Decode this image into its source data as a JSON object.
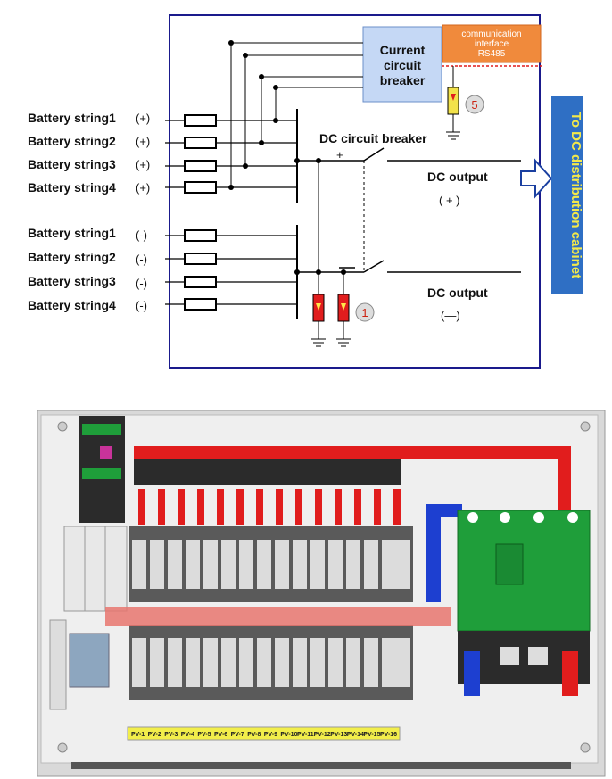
{
  "schematic": {
    "positive_strings": [
      {
        "label": "Battery string1",
        "sign": "(+)"
      },
      {
        "label": "Battery string2",
        "sign": "(+)"
      },
      {
        "label": "Battery string3",
        "sign": "(+)"
      },
      {
        "label": "Battery string4",
        "sign": "(+)"
      }
    ],
    "negative_strings": [
      {
        "label": "Battery string1",
        "sign": "(-)"
      },
      {
        "label": "Battery string2",
        "sign": "(-)"
      },
      {
        "label": "Battery string3",
        "sign": "(-)"
      },
      {
        "label": "Battery string4",
        "sign": "(-)"
      }
    ],
    "current_breaker": [
      "Current",
      "circuit",
      "breaker"
    ],
    "comm_interface": [
      "communication",
      "interface",
      "RS485"
    ],
    "dc_breaker_label": "DC circuit breaker",
    "breaker_plus": "+",
    "breaker_minus": "—",
    "dc_output_pos": {
      "label": "DC output",
      "sign": "( + )"
    },
    "dc_output_neg": {
      "label": "DC output",
      "sign": "(—)"
    },
    "surge_marker_5": "5",
    "surge_marker_1": "1",
    "side_label": "To DC distribution cabinet"
  },
  "photo": {
    "pv_labels": [
      "PV-1",
      "PV-2",
      "PV-3",
      "PV-4",
      "PV-5",
      "PV-6",
      "PV-7",
      "PV-8",
      "PV-9",
      "PV-10",
      "PV-11",
      "PV-12",
      "PV-13",
      "PV-14",
      "PV-15",
      "PV-16"
    ]
  },
  "colors": {
    "frame": "#1a1a8c",
    "comm_box": "#f08a3c",
    "breaker_box": "#c5d8f5",
    "side_banner": "#2f6fc4",
    "side_text": "#f4e94a",
    "busbar_red": "#e11d1d",
    "busbar_blue": "#1d3fd0",
    "breaker_green": "#1f9e3a",
    "pv_strip": "#f2ee4a"
  }
}
